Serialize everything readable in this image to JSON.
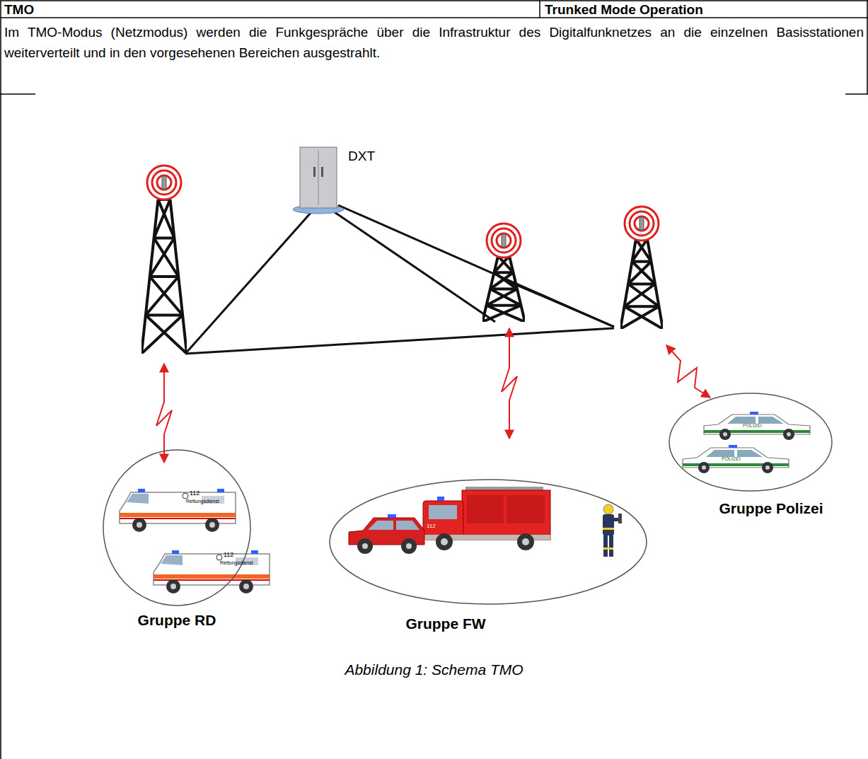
{
  "diagram": {
    "caption": "Abbildung 1: Schema TMO",
    "nodes": [
      {
        "text": [
          "DXT"
        ]
      },
      {
        "text": [
          "Gruppe RD"
        ]
      },
      {
        "text": [
          "Gruppe FW"
        ]
      },
      {
        "text": [
          "Gruppe Polizei"
        ]
      }
    ],
    "labels": [
      "TMO",
      "Trunked Mode Operation",
      "Im TMO-Modus (Netzmodus) werden die Funkgespräche über die Infrastruktur des Digitalfunknetzes an die einzelnen Basisstationen weiterverteilt und in den vorgesehenen Bereichen ausgestrahlt.",
      "112",
      "Rettungsdienst",
      "112",
      "Rettungsdienst",
      "112",
      "POLIZEI",
      "POLIZEI"
    ]
  }
}
